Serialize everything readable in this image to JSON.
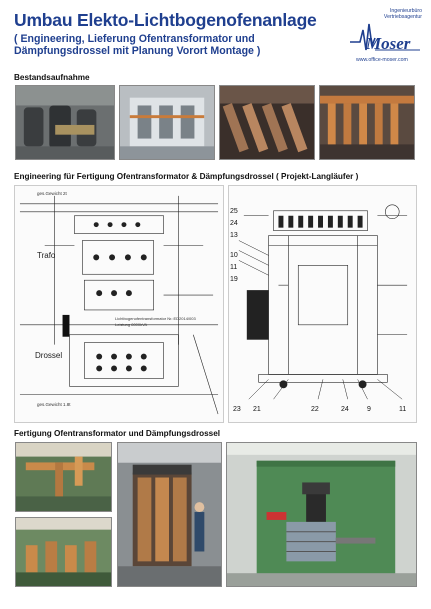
{
  "header": {
    "title": "Umbau Elekto-Lichtbogenofenanlage",
    "subtitle_line1": "( Engineering, Lieferung Ofentransformator und",
    "subtitle_line2": "Dämpfungsdrossel mit Planung Vorort Montage )"
  },
  "logo": {
    "line1": "Ingenieurbüro",
    "line2": "Vertriebsagentur",
    "word": "Moser",
    "url": "www.office-moser.com"
  },
  "sections": {
    "inventory": "Bestandsaufnahme",
    "engineering": "Engineering für Fertigung Ofentransformator & Dämpfungsdrossel ( Projekt-Langläufer )",
    "manufacturing": "Fertigung Ofentransformator und Dämpfungsdrossel"
  },
  "drawing_labels": {
    "trafo": "Trafo",
    "drossel": "Drossel",
    "weight1": "ges.Gewicht 2t",
    "weight2": "ges.Gewicht 1.8t",
    "note": "Lichtbogenofentransformator Nr.:ED2014/003",
    "note2": "Leistung 8000kVA",
    "right_nums": [
      "25",
      "24",
      "13",
      "10",
      "11",
      "19",
      "23",
      "21",
      "22",
      "24",
      "9",
      "11"
    ]
  },
  "colors": {
    "brand": "#1f3f8f",
    "tank_green": "#4f8a55",
    "copper": "#c98a4a"
  }
}
